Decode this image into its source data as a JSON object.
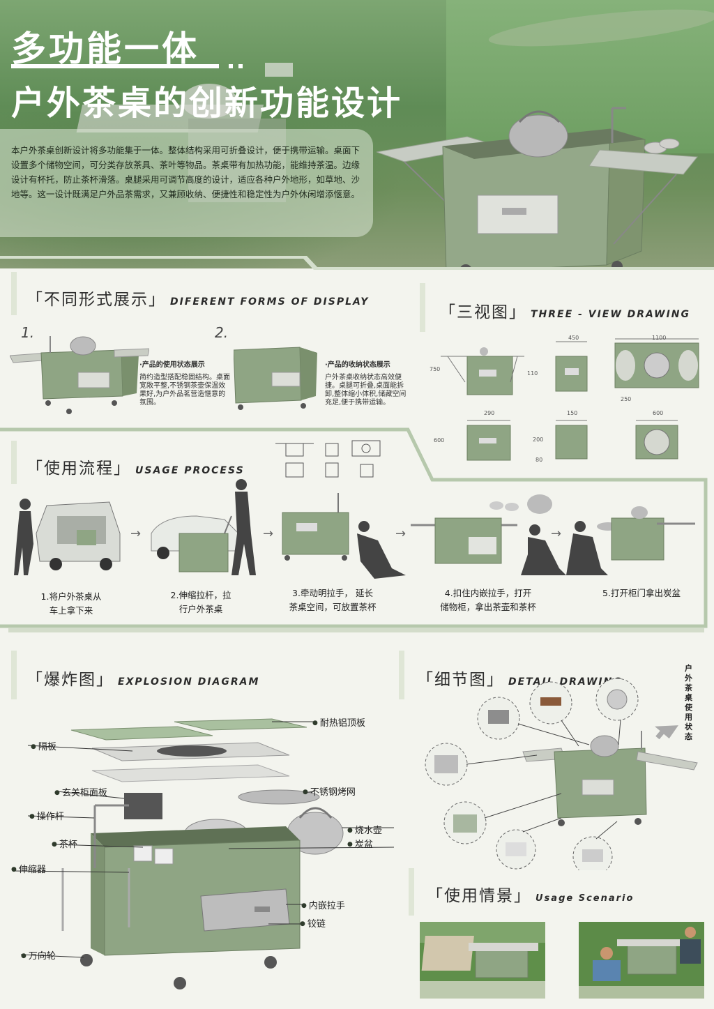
{
  "hero": {
    "title_line1": "多功能一体",
    "title_line2": "户外茶桌的创新功能设计",
    "intro": "本户外茶桌创新设计将多功能集于一体。整体结构采用可折叠设计，便于携带运输。桌面下设置多个储物空间，可分类存放茶具、茶叶等物品。茶桌带有加热功能，能维持茶温。边缘设计有杯托，防止茶杯滑落。桌腿采用可调节高度的设计，适应各种户外地形，如草地、沙地等。这一设计既满足户外品茶需求，又兼顾收纳、便捷性和稳定性为户外休闲增添惬意。"
  },
  "forms": {
    "title_cn": "「不同形式展示」",
    "title_en": "DIFERENT FORMS OF DISPLAY",
    "item1_no": "1.",
    "item1_title": "·产品的使用状态展示",
    "item1_desc": "简约造型搭配稳固结构。桌面宽敞平整,不锈钢茶壶保温效果好,为户外品茗营造惬意的氛围。",
    "item2_no": "2.",
    "item2_title": "·产品的收纳状态展示",
    "item2_desc": "户外茶桌收纳状态高效便捷。桌腿可折叠,桌面能拆卸,整体缩小体积,储藏空间充足,便于携带运输。"
  },
  "views": {
    "title_cn": "「三视图」",
    "title_en": "THREE - VIEW DRAWING",
    "dims": [
      "750",
      "110",
      "450",
      "1100",
      "250",
      "290",
      "600",
      "150",
      "200",
      "80",
      "600"
    ]
  },
  "usage": {
    "title_cn": "「使用流程」",
    "title_en": "USAGE PROCESS",
    "steps": [
      {
        "line1": "1.将户外茶桌从",
        "line2": "车上拿下来"
      },
      {
        "line1": "2.伸缩拉杆，拉",
        "line2": "行户外茶桌"
      },
      {
        "line1": "3.牵动明拉手， 延长",
        "line2": "茶桌空间，可放置茶杯"
      },
      {
        "line1": "4.扣住内嵌拉手，打开",
        "line2": "储物柜，拿出茶壶和茶杯"
      },
      {
        "line1": "5.打开柜门拿出炭盆",
        "line2": ""
      }
    ]
  },
  "explosion": {
    "title_cn": "「爆炸图」",
    "title_en": "EXPLOSION DIAGRAM",
    "parts": [
      "耐热铝顶板",
      "隔板",
      "不锈钢烤网",
      "玄关柜面板",
      "操作杆",
      "烧水壶",
      "茶杯",
      "炭盆",
      "伸缩器",
      "内嵌拉手",
      "铰链",
      "万向轮"
    ]
  },
  "detail": {
    "title_cn": "「细节图」",
    "title_en": "DETAIL DRAWING",
    "side_note": "户外茶桌使用状态"
  },
  "scenario": {
    "title_cn": "「使用情景」",
    "title_en": "Usage Scenario"
  },
  "colors": {
    "body_green": "#8fa584",
    "dark_green": "#6f8763",
    "accent": "#c9d6c0"
  }
}
